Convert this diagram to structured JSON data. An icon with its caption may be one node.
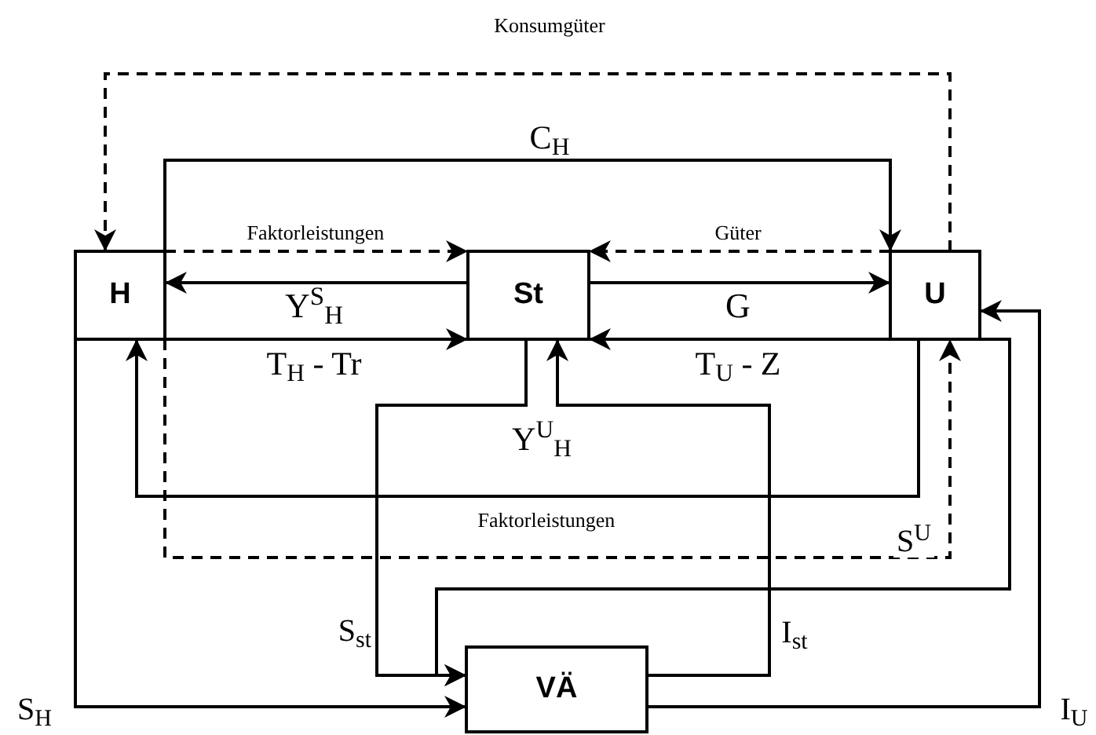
{
  "diagram": {
    "nodes": [
      {
        "text": [
          "H"
        ]
      },
      {
        "text": [
          "St"
        ]
      },
      {
        "text": [
          "U"
        ]
      },
      {
        "text": [
          "VÄ"
        ]
      }
    ],
    "edges": [
      {
        "from": 2,
        "to": 0,
        "arrow": "to",
        "style": "dashed",
        "label": "Konsumgüter"
      },
      {
        "from": 0,
        "to": 2,
        "arrow": "to",
        "label": "C$_{H}$"
      },
      {
        "from": 0,
        "to": 1,
        "arrow": "to",
        "style": "dashed",
        "label": "Faktorleistungen"
      },
      {
        "from": 2,
        "to": 1,
        "arrow": "to",
        "style": "dashed",
        "label": "Güter"
      },
      {
        "from": 1,
        "to": 0,
        "arrow": "to",
        "label": "Y$^{S}$$_{H}$"
      },
      {
        "from": 1,
        "to": 2,
        "arrow": "to",
        "label": "G"
      },
      {
        "from": 0,
        "to": 1,
        "arrow": "to",
        "label": "T$_{H}$ - Tr"
      },
      {
        "from": 2,
        "to": 1,
        "arrow": "to",
        "label": "T$_{U}$ - Z"
      },
      {
        "from": 2,
        "to": 0,
        "arrow": "to",
        "label": "Y$^{U}$$_{H}$"
      },
      {
        "from": 0,
        "to": 2,
        "arrow": "to",
        "style": "dashed",
        "label": "Faktorleistungen"
      },
      {
        "from": 1,
        "to": 3,
        "arrow": "to",
        "label": "S$_{st}$"
      },
      {
        "from": 3,
        "to": 1,
        "arrow": "to",
        "label": "I$_{st}$"
      },
      {
        "from": 2,
        "to": 3,
        "arrow": "to",
        "label": "S$^{U}$"
      },
      {
        "from": 3,
        "to": 2,
        "arrow": "to",
        "label": "I$_{U}$"
      },
      {
        "from": 0,
        "to": 3,
        "arrow": "to",
        "label": "S$_{H}$"
      }
    ]
  }
}
